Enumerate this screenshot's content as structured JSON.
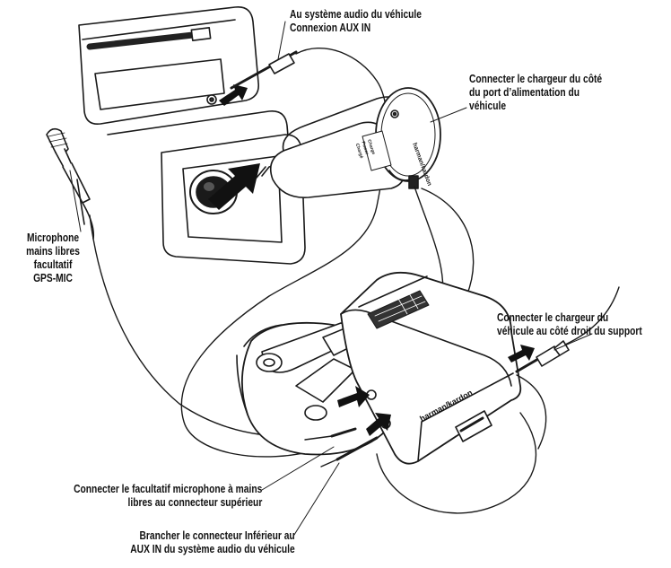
{
  "labels": {
    "aux_in": [
      "Au système audio du véhicule",
      "Connexion AUX IN"
    ],
    "charger_car": [
      "Connecter le chargeur du côté",
      "du port d’alimentation du",
      "véhicule"
    ],
    "microphone": [
      "Microphone",
      "mains libres",
      "facultatif",
      "GPS-MIC"
    ],
    "charger_support": [
      "Connecter le chargeur du",
      "véhicule au côté droit du support"
    ],
    "mic_connector": [
      "Connecter le facultatif  microphone à mains",
      "libres au connecteur supérieur"
    ],
    "lower_connector": [
      "Brancher le connecteur Inférieur au",
      "AUX IN du système audio du véhicule"
    ]
  },
  "brand": {
    "adapter": "harman/kardon",
    "cradle": "harman/kardon",
    "plug_sticker": [
      "Charge",
      "Power",
      "Chargé"
    ]
  }
}
